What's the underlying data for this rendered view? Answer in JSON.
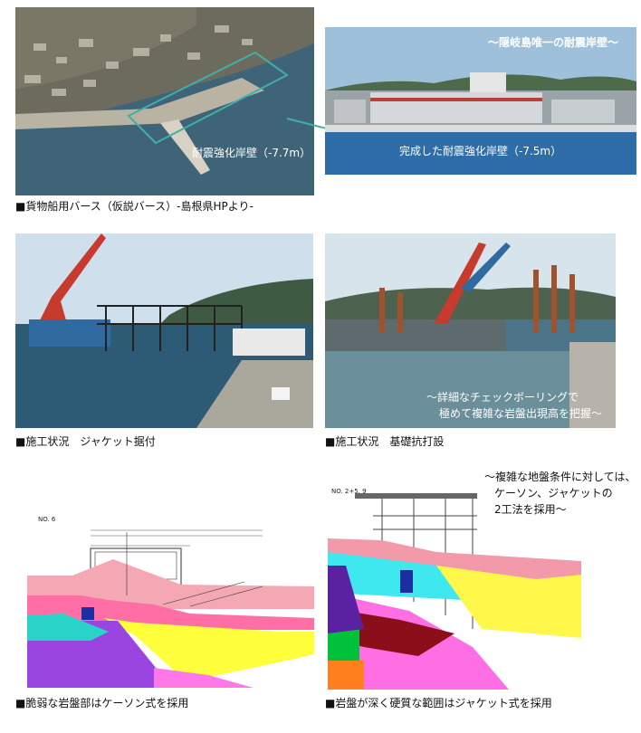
{
  "top": {
    "aerial_label": "耐震強化岸壁（-7.7m）",
    "completed_label": "完成した耐震強化岸壁（-7.5m）",
    "headline": "～隠岐島唯一の耐震岸壁～",
    "caption": "■貨物船用バース（仮説バース）-島根県HPより-"
  },
  "middle": {
    "left_caption": "■施工状況　ジャケット据付",
    "right_caption": "■施工状況　基礎抗打設",
    "overlay_line1": "～詳細なチェックボーリングで",
    "overlay_line2": "極めて複雑な岩盤出現高を把握～"
  },
  "bottom": {
    "left_section_no": "NO. 6",
    "right_section_no": "NO. 2+5. 9",
    "note_line1": "～複雑な地盤条件に対しては、",
    "note_line2": "ケーソン、ジャケットの",
    "note_line3": "2工法を採用～",
    "left_caption": "■脆弱な岩盤部はケーソン式を採用",
    "right_caption": "■岩盤が深く硬質な範囲はジャケット式を採用"
  }
}
